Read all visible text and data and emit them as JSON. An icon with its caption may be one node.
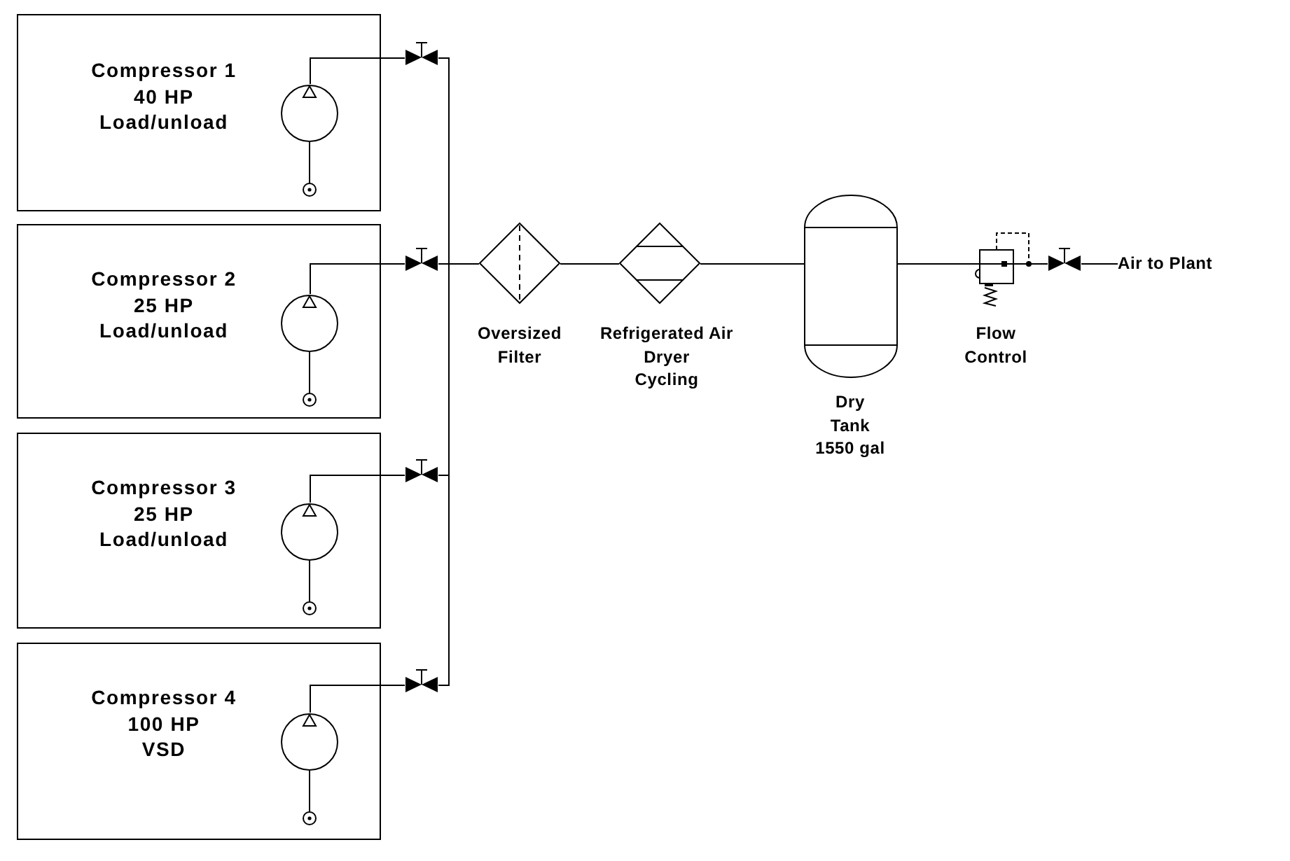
{
  "diagram": {
    "nodes": [
      {
        "text": [
          "Compressor 1",
          "40 HP",
          "Load/unload"
        ]
      },
      {
        "text": [],
        "shape": "circle",
        "in": 0
      },
      {
        "text": [
          "Compressor 2",
          "25 HP",
          "Load/unload"
        ]
      },
      {
        "text": [],
        "shape": "circle",
        "in": 2
      },
      {
        "text": [
          "Compressor 3",
          "25 HP",
          "Load/unload"
        ]
      },
      {
        "text": [],
        "shape": "circle",
        "in": 4
      },
      {
        "text": [
          "Compressor 4",
          "100 HP",
          "VSD"
        ]
      },
      {
        "text": [],
        "shape": "circle",
        "in": 6
      },
      {
        "text": [],
        "shape": "valve"
      },
      {
        "text": [],
        "shape": "valve"
      },
      {
        "text": [],
        "shape": "valve"
      },
      {
        "text": [],
        "shape": "valve"
      },
      {
        "text": [],
        "shape": "diamond",
        "beside": [
          "Oversized Filter"
        ]
      },
      {
        "text": [],
        "shape": "diamond",
        "beside": [
          "Refrigerated Air Dryer",
          "Cycling"
        ]
      },
      {
        "text": [],
        "shape": "cylinder",
        "beside": [
          "Dry Tank",
          "1550 gal"
        ]
      },
      {
        "text": [],
        "shape": "box",
        "beside": [
          "Flow Control"
        ]
      },
      {
        "text": [],
        "shape": "valve"
      },
      {
        "text": [
          "Air to Plant"
        ]
      }
    ],
    "edges": [
      {
        "from": 1,
        "to": 8,
        "arrow": "none"
      },
      {
        "from": 3,
        "to": 9,
        "arrow": "none"
      },
      {
        "from": 5,
        "to": 10,
        "arrow": "none"
      },
      {
        "from": 7,
        "to": 11,
        "arrow": "none"
      },
      {
        "from": 8,
        "to": 12,
        "arrow": "none"
      },
      {
        "from": 9,
        "to": 12,
        "arrow": "none"
      },
      {
        "from": 10,
        "to": 12,
        "arrow": "none"
      },
      {
        "from": 11,
        "to": 12,
        "arrow": "none"
      },
      {
        "from": 12,
        "to": 13,
        "arrow": "none"
      },
      {
        "from": 13,
        "to": 14,
        "arrow": "none"
      },
      {
        "from": 14,
        "to": 15,
        "arrow": "none"
      },
      {
        "from": 15,
        "to": 16,
        "arrow": "none"
      },
      {
        "from": 16,
        "to": 17,
        "arrow": "none"
      }
    ]
  }
}
